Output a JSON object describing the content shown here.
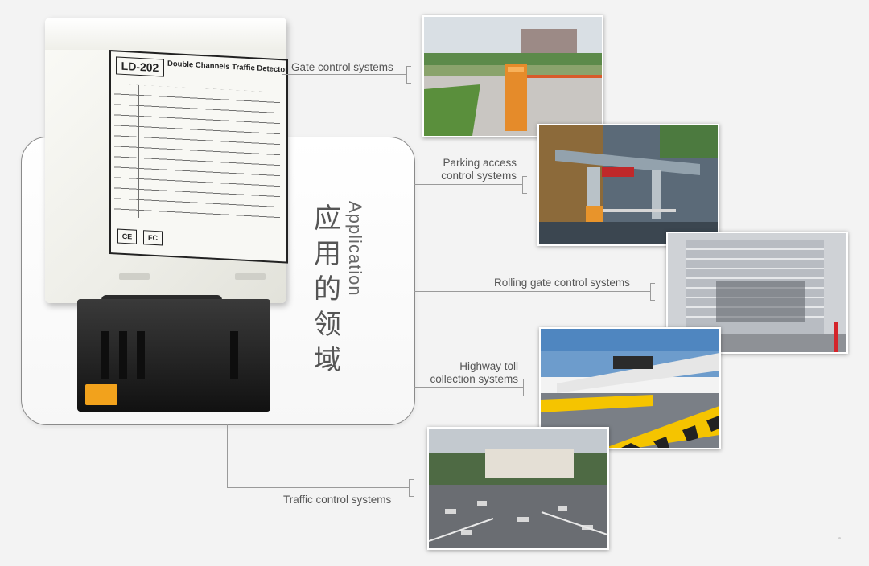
{
  "device": {
    "model": "LD-202",
    "product_name": "Double Channels Traffic Detectors",
    "cert_ce": "CE",
    "cert_fc": "FC"
  },
  "application": {
    "title_cn": "应用的领域",
    "title_en": "Application"
  },
  "systems": [
    {
      "label": "Gate control systems",
      "photo": "gate-barrier-photo"
    },
    {
      "label_line1": "Parking access",
      "label_line2": "control systems",
      "photo": "parking-entrance-photo"
    },
    {
      "label": "Rolling gate control systems",
      "photo": "rolling-shutter-photo"
    },
    {
      "label_line1": "Highway toll",
      "label_line2": "collection systems",
      "photo": "toll-station-photo"
    },
    {
      "label": "Traffic control systems",
      "photo": "city-intersection-photo"
    }
  ],
  "colors": {
    "background": "#f3f3f3",
    "panel_border": "#8a8a8a",
    "connector": "#9a9a9a",
    "barrier_orange": "#f2a21c",
    "hazard_yellow": "#f5c400"
  }
}
